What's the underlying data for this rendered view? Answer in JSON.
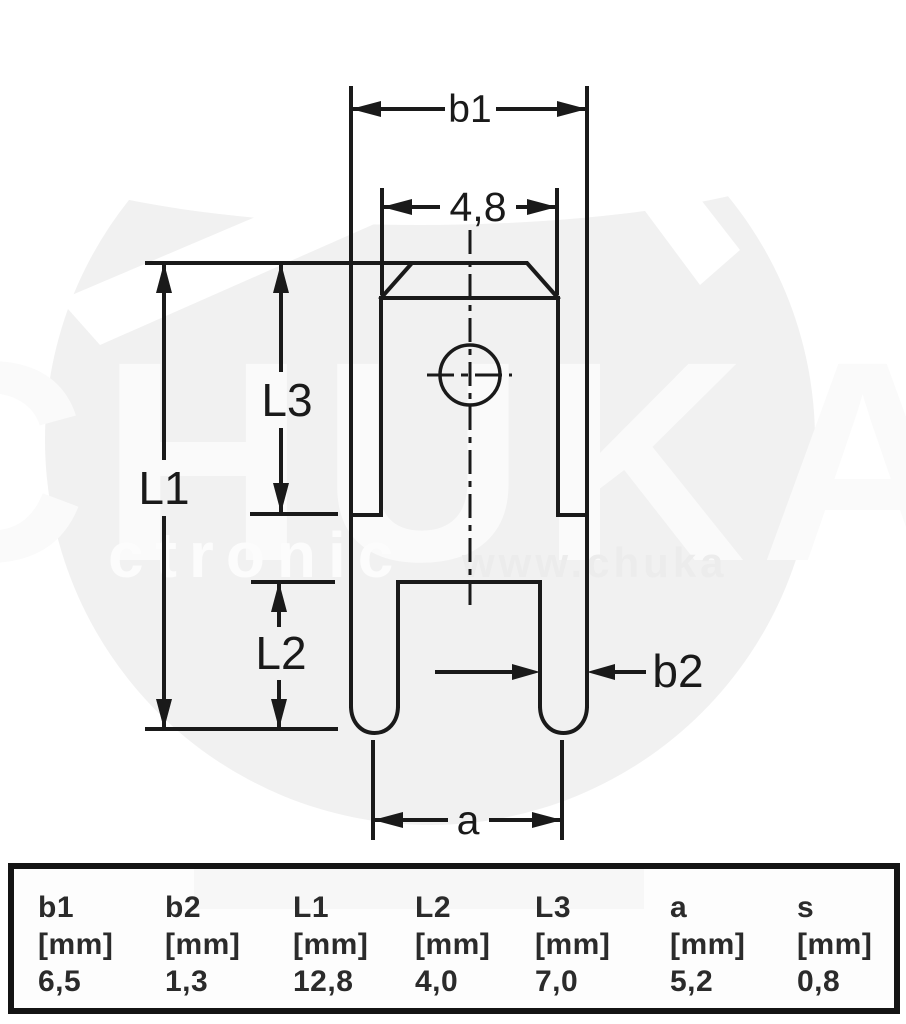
{
  "drawing": {
    "labels": {
      "b1": "b1",
      "tab_width": "4,8",
      "L1": "L1",
      "L3": "L3",
      "L2": "L2",
      "b2": "b2",
      "a": "a"
    },
    "watermark": {
      "brand": "CHUKA",
      "brand_suffix": "ctronic",
      "url": "www.chuka"
    },
    "colors": {
      "line": "#1a1a1a",
      "watermark_gray": "#f1f1f1",
      "background": "#ffffff"
    }
  },
  "table": {
    "columns": [
      {
        "name": "b1",
        "unit": "[mm]",
        "value": "6,5"
      },
      {
        "name": "b2",
        "unit": "[mm]",
        "value": "1,3"
      },
      {
        "name": "L1",
        "unit": "[mm]",
        "value": "12,8"
      },
      {
        "name": "L2",
        "unit": "[mm]",
        "value": "4,0"
      },
      {
        "name": "L3",
        "unit": "[mm]",
        "value": "7,0"
      },
      {
        "name": "a",
        "unit": "[mm]",
        "value": "5,2"
      },
      {
        "name": "s",
        "unit": "[mm]",
        "value": "0,8"
      }
    ]
  }
}
